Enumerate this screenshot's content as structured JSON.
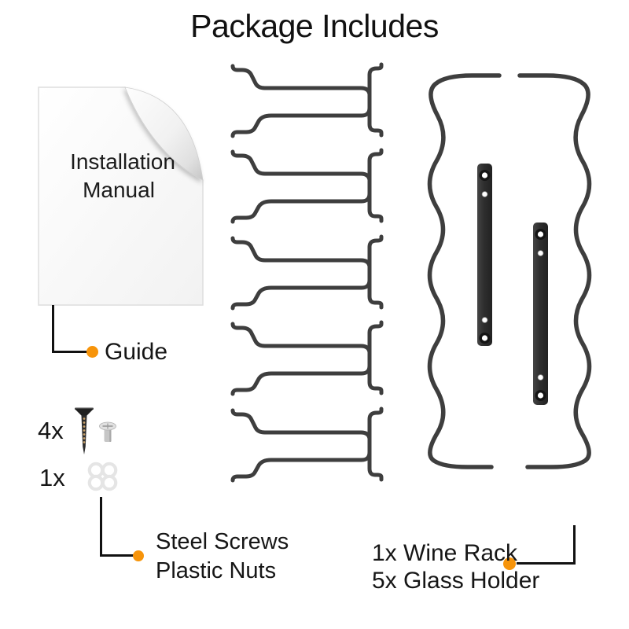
{
  "title": "Package Includes",
  "colors": {
    "accent": "#F7940A",
    "wire": "#3E3E3E",
    "bar": "#333333",
    "text": "#1A1A1A"
  },
  "manual": {
    "title_line1": "Installation",
    "title_line2": "Manual",
    "callout": "Guide"
  },
  "hardware": {
    "screw_qty": "4x",
    "nut_qty": "1x",
    "callout_line1": "Steel Screws",
    "callout_line2": "Plastic Nuts"
  },
  "rack": {
    "callout_line1": "1x Wine Rack",
    "callout_line2": "5x Glass Holder"
  },
  "icons": {
    "manual_page": "manual-page-curled-corner",
    "screw": "black-countersunk-screw",
    "nut": "silver-slotted-nut",
    "plastic_nuts": "white-plastic-nut-rings",
    "glass_holder": "wire-glass-holder-rail",
    "wine_rack": "wavy-wire-wine-rack",
    "mounting_bar": "drilled-mounting-bar",
    "connector": "orange-connector-dot"
  }
}
